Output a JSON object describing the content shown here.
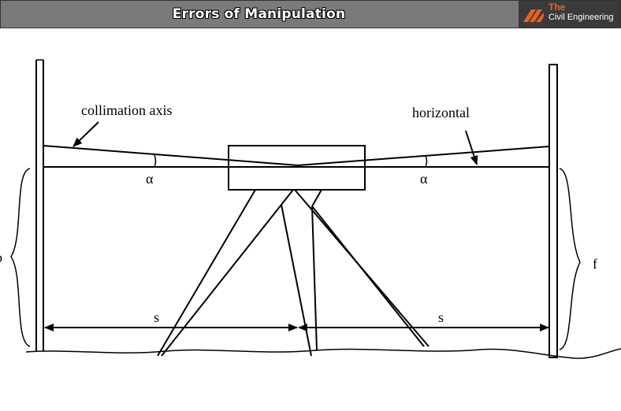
{
  "header": {
    "title": "Errors of Manipulation"
  },
  "logo": {
    "line1": "The",
    "line2": "Civil Engineering",
    "accent": "#e8641e"
  },
  "diagram": {
    "collimation_label": "collimation axis",
    "horizontal_label": "horizontal",
    "alpha_left": "α",
    "alpha_right": "α",
    "s_left": "s",
    "s_right": "s",
    "f_label": "f",
    "b_label": "b"
  }
}
